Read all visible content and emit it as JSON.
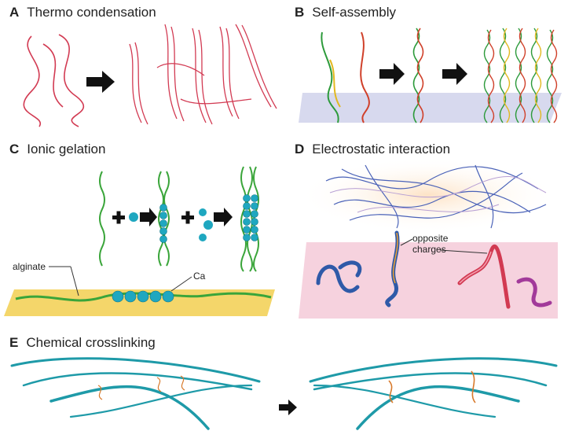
{
  "panels": {
    "a": {
      "letter": "A",
      "title": "Thermo condensation"
    },
    "b": {
      "letter": "B",
      "title": "Self-assembly"
    },
    "c": {
      "letter": "C",
      "title": "Ionic gelation",
      "label_alginate": "alginate",
      "label_ca": "Ca"
    },
    "d": {
      "letter": "D",
      "title": "Electrostatic interaction",
      "label_opposite": "opposite",
      "label_charges": "charges"
    },
    "e": {
      "letter": "E",
      "title": "Chemical crosslinking"
    }
  },
  "colors": {
    "thermo_strand": "#d23a52",
    "ionic_strand": "#3aa53a",
    "calcium": "#1fa7c0",
    "gel_slab": "#f4d66a",
    "electro_network": "#4a62b8",
    "electro_slab": "#f6d2de",
    "crosslink_chain": "#1e9aa8",
    "crosslink_bond": "#d8792a"
  }
}
